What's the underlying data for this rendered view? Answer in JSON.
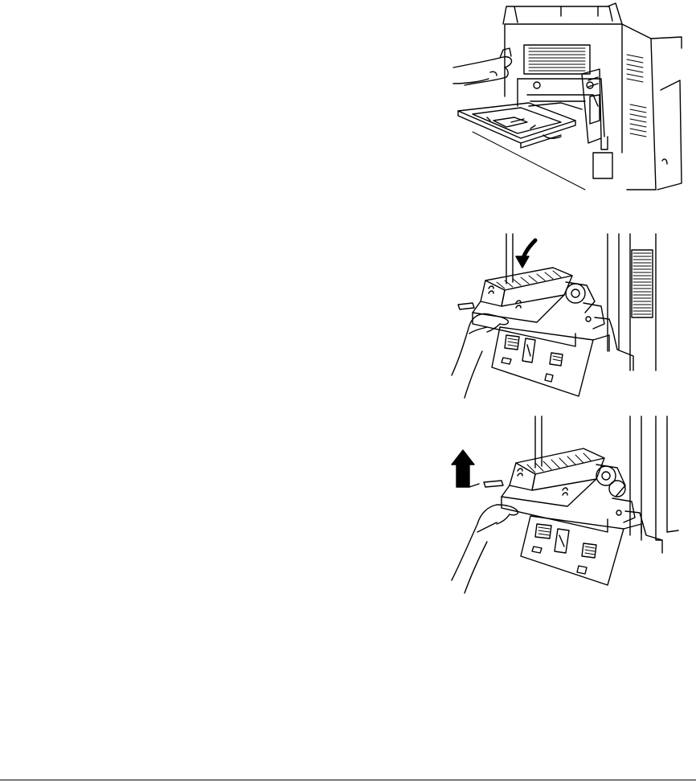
{
  "page": {
    "background": "#ffffff",
    "line_color": "#000000"
  },
  "figures": [
    {
      "id": "fig1",
      "icon": "copier-side-door-open-illustration"
    },
    {
      "id": "fig2",
      "icon": "transfer-unit-lowered-illustration"
    },
    {
      "id": "fig3",
      "icon": "transfer-unit-lift-illustration"
    }
  ]
}
